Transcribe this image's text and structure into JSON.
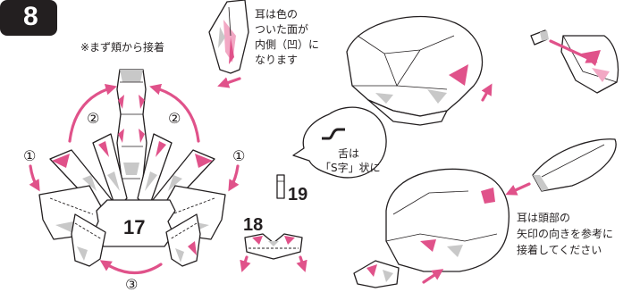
{
  "step_number": "8",
  "note_cheek_first": "※まず頬から接着",
  "ear_note": [
    "耳は色の",
    "ついた面が",
    "内側（凹）に",
    "なります"
  ],
  "tongue_note": [
    "舌は",
    "「S字」状に"
  ],
  "ear_attach_note": [
    "耳は頭部の",
    "矢印の向きを参考に",
    "接着してください"
  ],
  "order_labels": [
    "①",
    "②",
    "②",
    "①",
    "③"
  ],
  "part_labels": [
    "17",
    "18",
    "19"
  ],
  "colors": {
    "pink": "#e0528a",
    "light_pink": "#f2a8c4",
    "gray": "#c6c6c6",
    "ink": "#231f20"
  }
}
